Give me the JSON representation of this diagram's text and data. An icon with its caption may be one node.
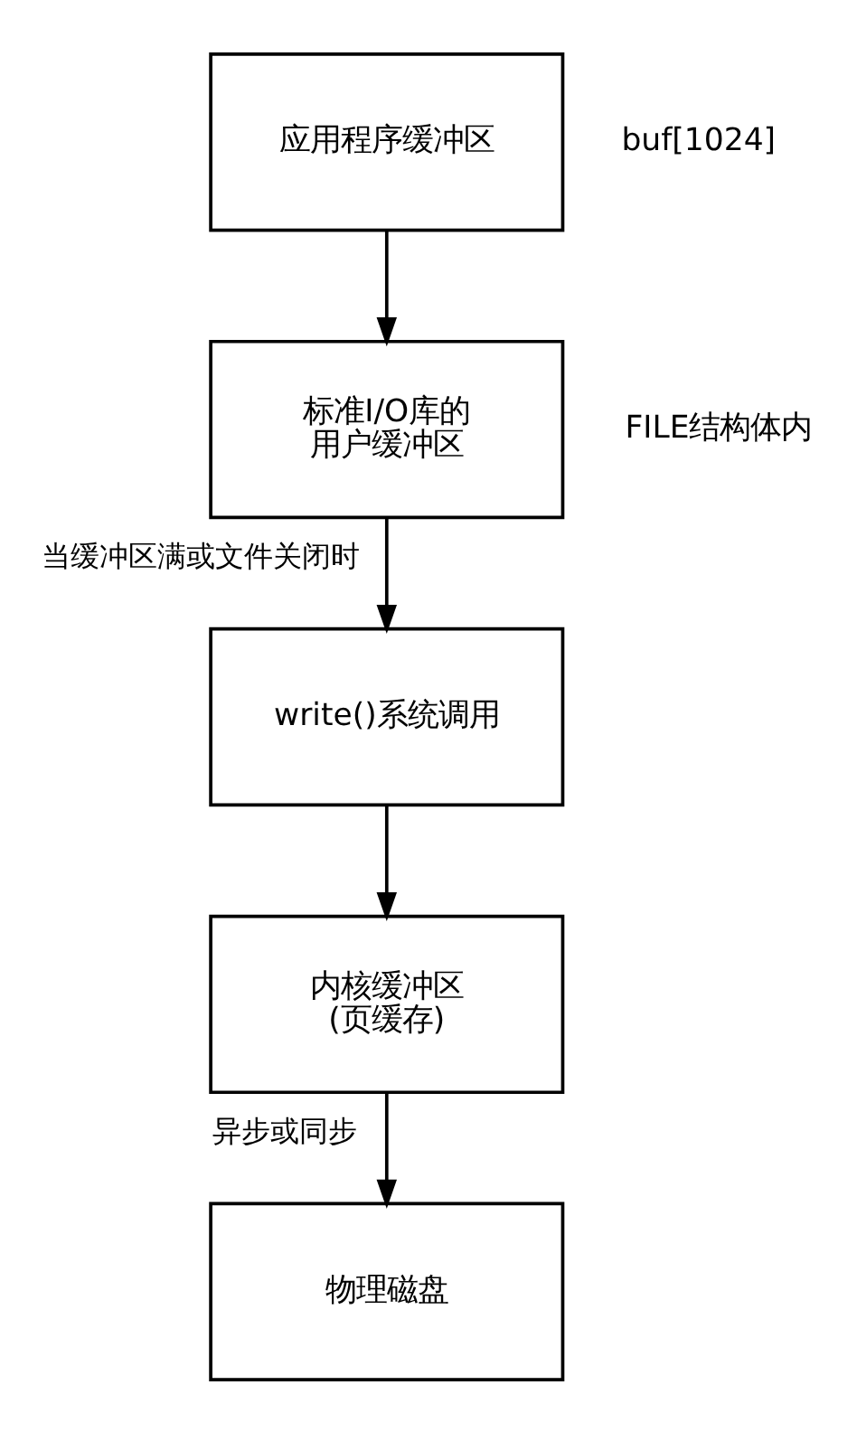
{
  "diagram": {
    "nodes": [
      {
        "text": [
          "应用程序缓冲区"
        ],
        "beside": [
          "buf[1024]"
        ]
      },
      {
        "text": [
          "标准I/O库的用户缓冲区"
        ],
        "beside": [
          "FILE结构体内"
        ]
      },
      {
        "text": [
          "write()系统调用"
        ]
      },
      {
        "text": [
          "内核缓冲区(页缓存)"
        ]
      },
      {
        "text": [
          "物理磁盘"
        ]
      }
    ],
    "edges": [
      {
        "from": 0,
        "to": 1,
        "arrow": "to"
      },
      {
        "from": 1,
        "to": 2,
        "arrow": "to",
        "label": "当缓冲区满或文件关闭时"
      },
      {
        "from": 2,
        "to": 3,
        "arrow": "to"
      },
      {
        "from": 3,
        "to": 4,
        "arrow": "to",
        "label": "异步或同步"
      }
    ]
  }
}
